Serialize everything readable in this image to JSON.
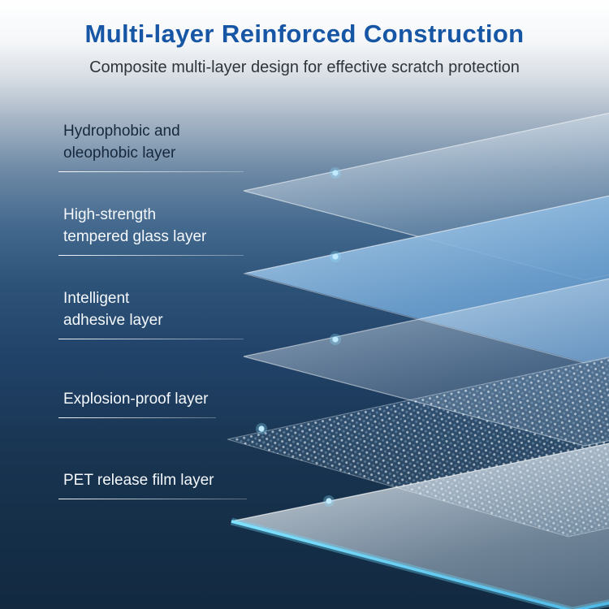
{
  "header": {
    "title": "Multi-layer Reinforced Construction",
    "subtitle": "Composite multi-layer design for effective scratch protection"
  },
  "layers": [
    {
      "line1": "Hydrophobic and",
      "line2": "oleophobic layer"
    },
    {
      "line1": "High-strength",
      "line2": "tempered glass layer"
    },
    {
      "line1": "Intelligent",
      "line2": "adhesive layer"
    },
    {
      "line1": "Explosion-proof layer",
      "line2": ""
    },
    {
      "line1": "PET release film layer",
      "line2": ""
    }
  ],
  "colors": {
    "title_color": "#1656a4",
    "subtitle_color": "#2e343b",
    "label_dark_color": "#16283c",
    "label_light_color": "#f4f8fb",
    "accent_cyan": "#5fd9ff",
    "background_top": "#ffffff",
    "background_bottom": "#122940"
  }
}
